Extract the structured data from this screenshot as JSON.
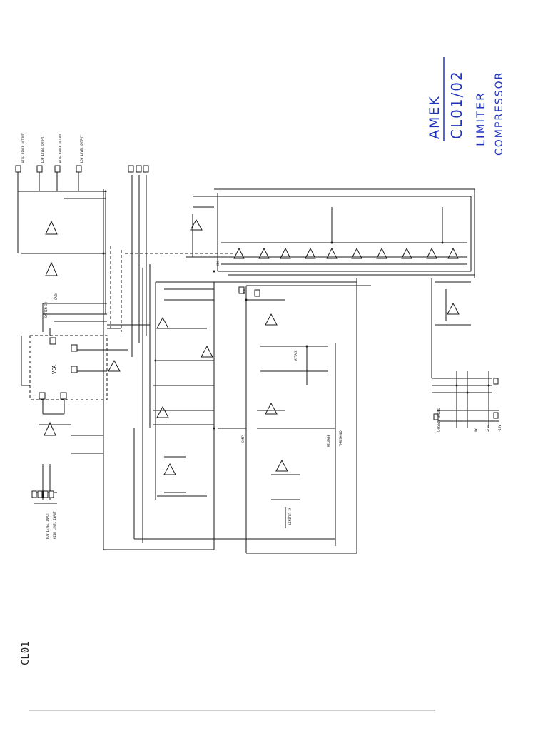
{
  "handwritten": {
    "brand": "AMEK",
    "model": "CL01/02",
    "line3": "LIMITER",
    "line4": "COMPRESSOR"
  },
  "side_label": "CL01",
  "schematic": {
    "block_vca": "VCA",
    "outputs": [
      "HIGH LEVEL OUTPUT",
      "LOW LEVEL OUTPUT",
      "HIGH LEVEL OUTPUT",
      "LOW LEVEL OUTPUT"
    ],
    "inputs": [
      "LOW LEVEL INPUT",
      "HIGH LEVEL INPUT"
    ],
    "labels": [
      "SYSTEM IN",
      "LIMITER IN",
      "THRESHOLD",
      "RELEASE",
      "ATTACK",
      "COMP",
      "GAIN",
      "CHASSIS GROUND",
      "0V",
      "+15V",
      "-15V",
      "HDO",
      "HDR"
    ],
    "colors": {
      "ink": "#1a1a1a",
      "pen": "#2233bb",
      "paper": "#ffffff"
    }
  }
}
